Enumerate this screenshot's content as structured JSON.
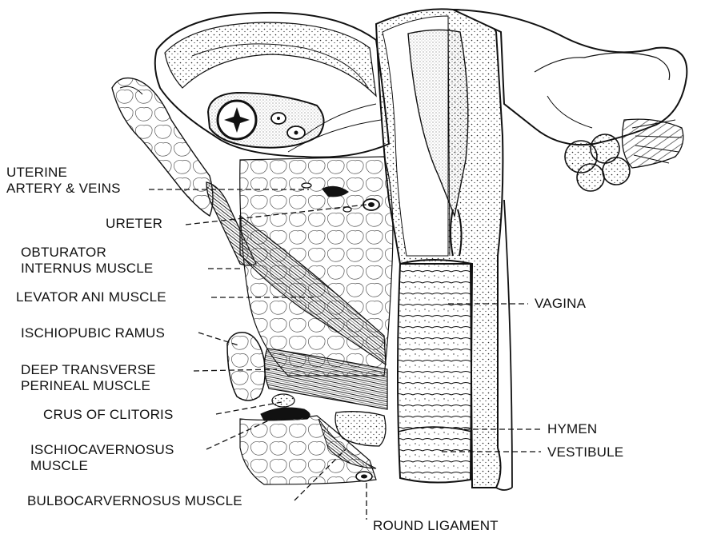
{
  "labels": {
    "uterine_artery_veins": [
      "UTERINE",
      "ARTERY & VEINS"
    ],
    "ureter": "URETER",
    "obturator_internus": [
      "OBTURATOR",
      "INTERNUS MUSCLE"
    ],
    "levator_ani": "LEVATOR ANI MUSCLE",
    "ischiopubic_ramus": "ISCHIOPUBIC RAMUS",
    "deep_transverse_perineal": [
      "DEEP TRANSVERSE",
      "PERINEAL MUSCLE"
    ],
    "crus_of_clitoris": "CRUS OF CLITORIS",
    "ischiocavernosus": [
      "ISCHIOCAVERNOSUS",
      "MUSCLE"
    ],
    "bulbocavernosus": "BULBOCARVERNOSUS MUSCLE",
    "round_ligament": "ROUND LIGAMENT",
    "vagina": "VAGINA",
    "hymen": "HYMEN",
    "vestibule": "VESTIBULE"
  },
  "colors": {
    "ink": "#111111",
    "background": "#ffffff"
  }
}
